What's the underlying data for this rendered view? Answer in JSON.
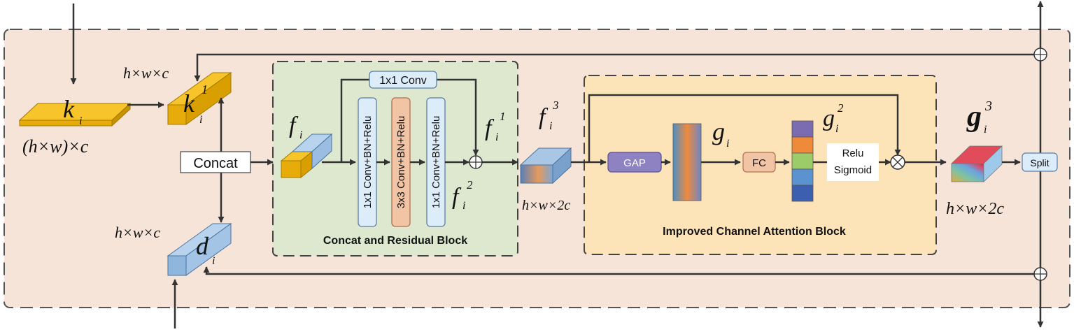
{
  "labels": {
    "k_in_dim": "(h×w)×c",
    "k_dim": "h×w×c",
    "d_dim": "h×w×c",
    "f3_dim": "h×w×2c",
    "g3_dim": "h×w×2c",
    "concat": "Concat",
    "conv_skip": "1x1 Conv",
    "conv1": "1x1 Conv+BN+Relu",
    "conv2": "3x3 Conv+BN+Relu",
    "conv3": "1x1 Conv+BN+Relu",
    "residual_block_title": "Concat and Residual Block",
    "gap": "GAP",
    "fc": "FC",
    "relu": "Relu",
    "sigmoid": "Sigmoid",
    "attention_block_title": "Improved Channel Attention Block",
    "split": "Split"
  },
  "symbols": {
    "k": "k",
    "k_sub": "i",
    "k1": "k",
    "k1_sub": "i",
    "k1_sup": "1",
    "d": "d",
    "d_sub": "i",
    "f": "f",
    "f_sub": "i",
    "f1": "f",
    "f1_sub": "i",
    "f1_sup": "1",
    "f2": "f",
    "f2_sub": "i",
    "f2_sup": "2",
    "f3": "f",
    "f3_sub": "i",
    "f3_sup": "3",
    "g": "g",
    "g_sub": "i",
    "g2": "g",
    "g2_sub": "i",
    "g2_sup": "2",
    "g3": "g",
    "g3_sub": "i",
    "g3_sup": "3"
  },
  "colors": {
    "outer_bg": "#f6e4d8",
    "residual_bg": "#dde8cf",
    "attention_bg": "#fde4b8",
    "gold": "#f2b705",
    "blue": "#a8c8e8",
    "orange_box": "#f2c4a6",
    "gap": "#8e82c2"
  }
}
